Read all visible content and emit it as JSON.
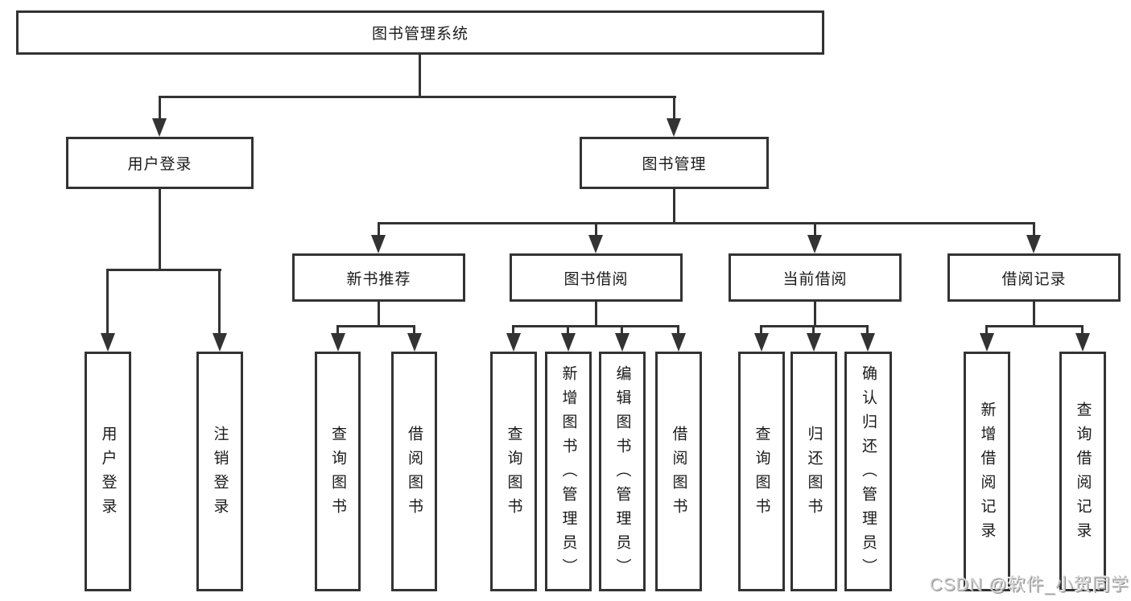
{
  "diagram": {
    "root": {
      "label": "图书管理系统"
    },
    "level2": [
      {
        "label": "用户登录"
      },
      {
        "label": "图书管理"
      }
    ],
    "level3": [
      {
        "label": "新书推荐"
      },
      {
        "label": "图书借阅"
      },
      {
        "label": "当前借阅"
      },
      {
        "label": "借阅记录"
      }
    ],
    "leaves": {
      "user_login": [
        "用户登录",
        "注销登录"
      ],
      "new_books": [
        "查询图书",
        "借阅图书"
      ],
      "book_borrow": [
        "查询图书",
        "新增图书（管理员）",
        "编辑图书（管理员）",
        "借阅图书"
      ],
      "current_borrow": [
        "查询图书",
        "归还图书",
        "确认归还（管理员）"
      ],
      "borrow_records": [
        "新增借阅记录",
        "查询借阅记录"
      ]
    }
  },
  "watermark": {
    "text": "CSDN @软件_小贺同学"
  },
  "colors": {
    "line": "#333333",
    "box_bg": "#ffffff",
    "text": "#1a1a1a",
    "background": "#ffffff",
    "watermark": "#c9c9c9",
    "watermark_shadow": "#8f8f8f"
  }
}
